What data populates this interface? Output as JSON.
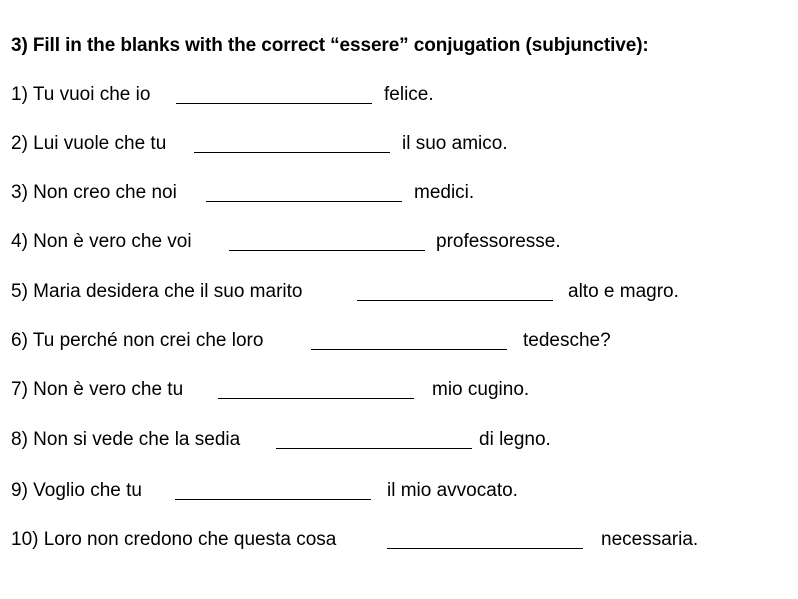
{
  "title": "3) Fill in the blanks with the correct “essere” conjugation (subjunctive):",
  "items": [
    {
      "prefix": "1) Tu vuoi che io",
      "suffix": "felice.",
      "answer": ""
    },
    {
      "prefix": "2) Lui vuole che tu",
      "suffix": "il suo amico.",
      "answer": ""
    },
    {
      "prefix": "3) Non creo che noi",
      "suffix": "medici.",
      "answer": ""
    },
    {
      "prefix": "4) Non è vero che voi",
      "suffix": "professoresse.",
      "answer": ""
    },
    {
      "prefix": "5) Maria desidera che il suo marito",
      "suffix": "alto e magro.",
      "answer": ""
    },
    {
      "prefix": "6) Tu perché non crei che loro",
      "suffix": "tedesche?",
      "answer": ""
    },
    {
      "prefix": "7) Non è vero che tu",
      "suffix": "mio cugino.",
      "answer": ""
    },
    {
      "prefix": "8) Non si vede che la sedia",
      "suffix": "di legno.",
      "answer": ""
    },
    {
      "prefix": "9) Voglio che tu",
      "suffix": "il mio avvocato.",
      "answer": ""
    },
    {
      "prefix": "10) Loro non credono che questa cosa",
      "suffix": "necessaria.",
      "answer": ""
    }
  ]
}
